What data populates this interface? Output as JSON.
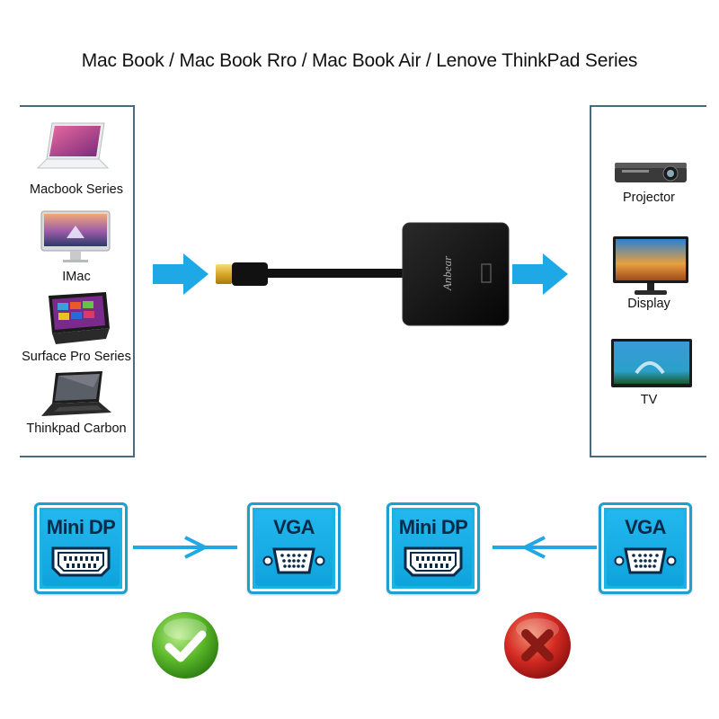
{
  "title": "Mac Book / Mac Book Rro / Mac Book Air / Lenove ThinkPad Series",
  "sources": [
    {
      "label": "Macbook Series",
      "icon": "laptop-icon"
    },
    {
      "label": "IMac",
      "icon": "imac-icon"
    },
    {
      "label": "Surface Pro Series",
      "icon": "tablet-icon"
    },
    {
      "label": "Thinkpad Carbon",
      "icon": "thinkpad-icon"
    }
  ],
  "targets": [
    {
      "label": "Projector",
      "icon": "projector-icon"
    },
    {
      "label": "Display",
      "icon": "monitor-icon"
    },
    {
      "label": "TV",
      "icon": "tv-icon"
    }
  ],
  "adapter": {
    "brand": "Anbear"
  },
  "compatibility": [
    {
      "from": "Mini DP",
      "to": "VGA",
      "direction": "right",
      "supported": true
    },
    {
      "from": "Mini DP",
      "to": "VGA",
      "direction": "left",
      "supported": false
    }
  ],
  "colors": {
    "accent": "#1db2e6",
    "panel_border": "#4a6b7d",
    "ok": "#5bb82a",
    "no": "#d42a22"
  }
}
